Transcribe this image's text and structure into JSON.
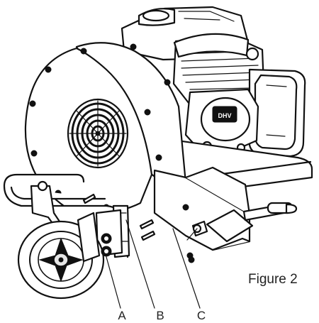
{
  "figure": {
    "caption": "Figure 2",
    "callouts": [
      {
        "id": "A",
        "label": "A"
      },
      {
        "id": "B",
        "label": "B"
      },
      {
        "id": "C",
        "label": "C"
      }
    ],
    "engine_logo_text": "DHV"
  }
}
